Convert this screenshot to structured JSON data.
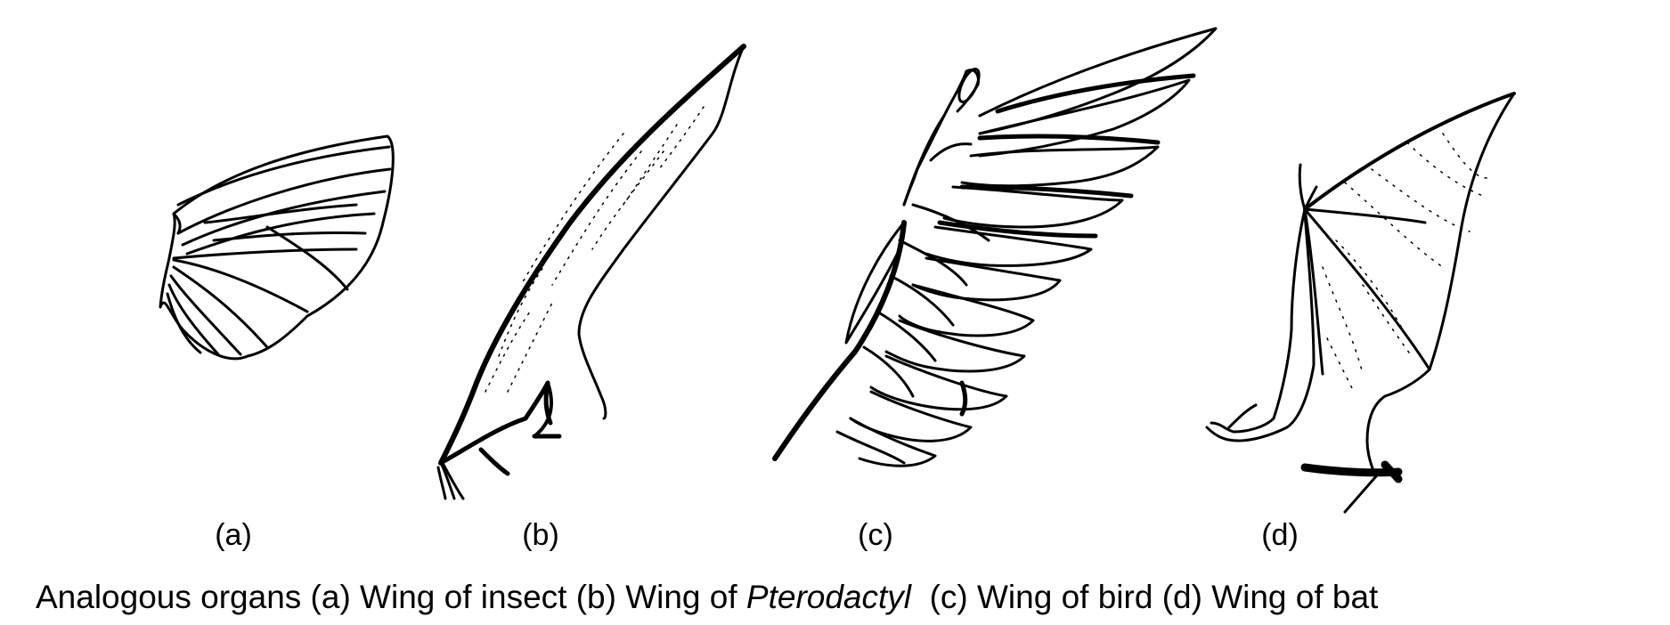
{
  "labels": {
    "a": "(a)",
    "b": "(b)",
    "c": "(c)",
    "d": "(d)"
  },
  "caption": {
    "part1": "Analogous organs (a) Wing of insect (b) Wing of ",
    "italic": "Pterodactyl",
    "part2": "  (c) Wing of bird (d) Wing of bat"
  },
  "colors": {
    "ink": "#000000",
    "background": "#ffffff"
  }
}
